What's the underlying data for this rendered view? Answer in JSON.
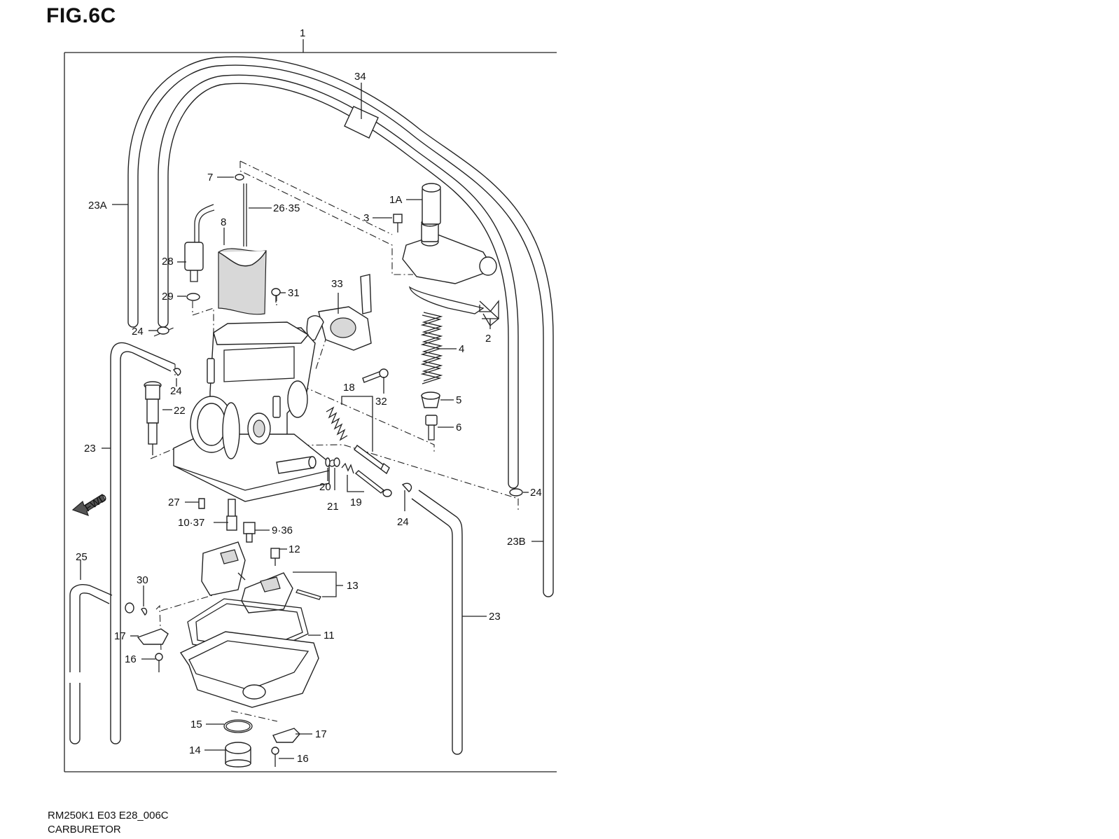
{
  "figure": {
    "title": "FIG.6C",
    "code": "RM250K1 E03 E28_006C",
    "name": "CARBURETOR"
  },
  "direction_arrow": {
    "label": "FWD",
    "icon": "fwd-arrow-icon"
  },
  "callouts": [
    {
      "id": "c1",
      "text": "1"
    },
    {
      "id": "c34",
      "text": "34"
    },
    {
      "id": "c23A",
      "text": "23A"
    },
    {
      "id": "c7",
      "text": "7"
    },
    {
      "id": "c26_35",
      "text": "26·35"
    },
    {
      "id": "c1A",
      "text": "1A"
    },
    {
      "id": "c3",
      "text": "3"
    },
    {
      "id": "c8",
      "text": "8"
    },
    {
      "id": "c28",
      "text": "28"
    },
    {
      "id": "c29",
      "text": "29"
    },
    {
      "id": "c31",
      "text": "31"
    },
    {
      "id": "c33",
      "text": "33"
    },
    {
      "id": "c2",
      "text": "2"
    },
    {
      "id": "c4",
      "text": "4"
    },
    {
      "id": "c24a",
      "text": "24"
    },
    {
      "id": "c24b",
      "text": "24"
    },
    {
      "id": "c22",
      "text": "22"
    },
    {
      "id": "c18",
      "text": "18"
    },
    {
      "id": "c32",
      "text": "32"
    },
    {
      "id": "c5",
      "text": "5"
    },
    {
      "id": "c6",
      "text": "6"
    },
    {
      "id": "c23a",
      "text": "23"
    },
    {
      "id": "c20",
      "text": "20"
    },
    {
      "id": "c21",
      "text": "21"
    },
    {
      "id": "c19",
      "text": "19"
    },
    {
      "id": "c24c",
      "text": "24"
    },
    {
      "id": "c24d",
      "text": "24"
    },
    {
      "id": "c27",
      "text": "27"
    },
    {
      "id": "c10_37",
      "text": "10·37"
    },
    {
      "id": "c9_36",
      "text": "9·36"
    },
    {
      "id": "c12",
      "text": "12"
    },
    {
      "id": "c23B",
      "text": "23B"
    },
    {
      "id": "c25",
      "text": "25"
    },
    {
      "id": "c13",
      "text": "13"
    },
    {
      "id": "c30",
      "text": "30"
    },
    {
      "id": "c23b",
      "text": "23"
    },
    {
      "id": "c11",
      "text": "11"
    },
    {
      "id": "c17a",
      "text": "17"
    },
    {
      "id": "c16a",
      "text": "16"
    },
    {
      "id": "c15",
      "text": "15"
    },
    {
      "id": "c17b",
      "text": "17"
    },
    {
      "id": "c14",
      "text": "14"
    },
    {
      "id": "c16b",
      "text": "16"
    }
  ]
}
